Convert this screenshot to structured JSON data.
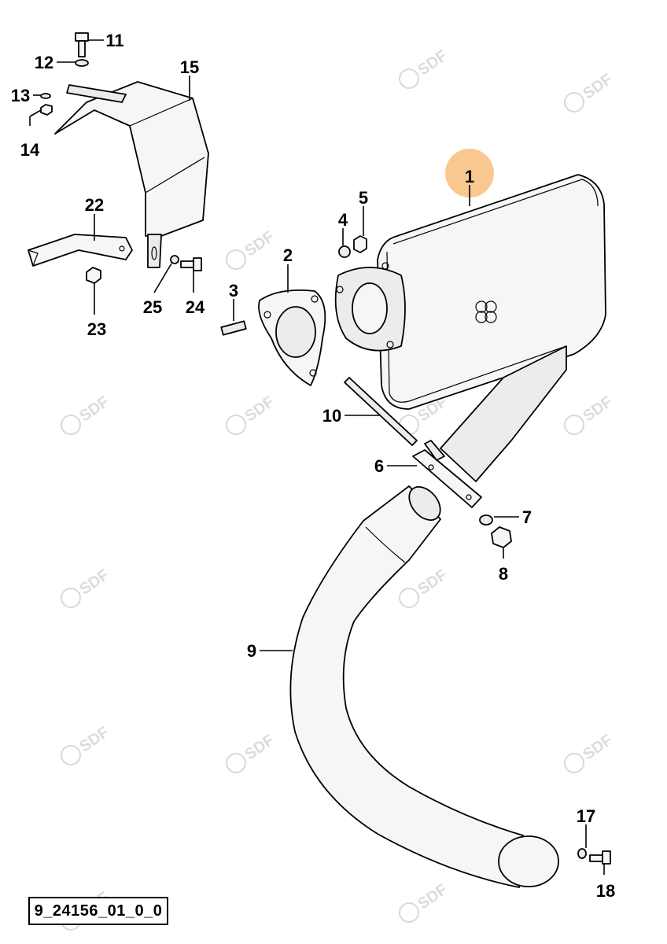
{
  "diagram": {
    "drawing_ref": "9_24156_01_0_0",
    "highlight_color": "#f5b56a",
    "highlighted_callout": "1",
    "watermark": "SDF",
    "callouts": {
      "c1": "1",
      "c2": "2",
      "c3": "3",
      "c4": "4",
      "c5": "5",
      "c6": "6",
      "c7": "7",
      "c8": "8",
      "c9": "9",
      "c10": "10",
      "c11": "11",
      "c12": "12",
      "c13": "13",
      "c14": "14",
      "c15": "15",
      "c17": "17",
      "c18": "18",
      "c22": "22",
      "c23": "23",
      "c24": "24",
      "c25": "25"
    }
  }
}
